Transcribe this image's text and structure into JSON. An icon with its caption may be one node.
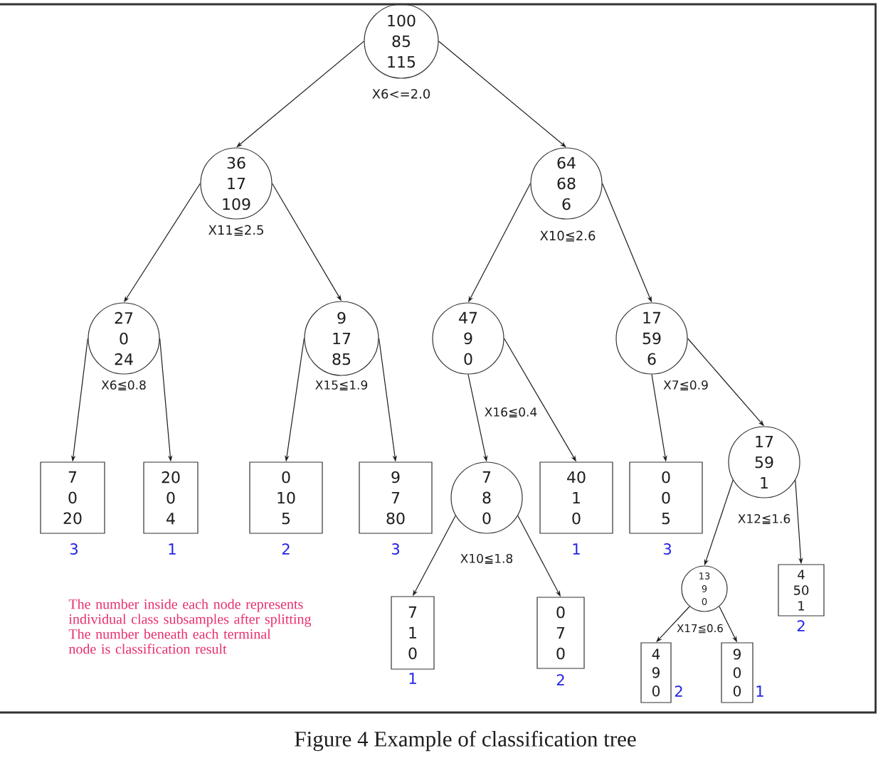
{
  "diagram": {
    "caption": "Figure 4 Example of classification tree",
    "nodes": [
      {
        "text": [
          "100",
          "85",
          "115"
        ],
        "beside": [
          "X6<=2.0"
        ]
      },
      {
        "text": [
          "36",
          "17",
          "109"
        ],
        "beside": [
          "X11≦2.5"
        ]
      },
      {
        "text": [
          "64",
          "68",
          "6"
        ],
        "beside": [
          "X10≦2.6"
        ]
      },
      {
        "text": [
          "27",
          "0",
          "24"
        ],
        "beside": [
          "X6≦0.8"
        ]
      },
      {
        "text": [
          "9",
          "17",
          "85"
        ],
        "beside": [
          "X15≦1.9"
        ]
      },
      {
        "text": [
          "47",
          "9",
          "0"
        ],
        "beside": [
          "X16≦0.4"
        ]
      },
      {
        "text": [
          "17",
          "59",
          "6"
        ],
        "beside": [
          "X7≦0.9"
        ]
      },
      {
        "text": [
          "7",
          "0",
          "20"
        ],
        "beside": [
          "3"
        ]
      },
      {
        "text": [
          "20",
          "0",
          "4"
        ],
        "beside": [
          "1"
        ]
      },
      {
        "text": [
          "0",
          "10",
          "5"
        ],
        "beside": [
          "2"
        ]
      },
      {
        "text": [
          "9",
          "7",
          "80"
        ],
        "beside": [
          "3"
        ]
      },
      {
        "text": [
          "7",
          "8",
          "0"
        ],
        "beside": [
          "X10≦1.8"
        ]
      },
      {
        "text": [
          "40",
          "1",
          "0"
        ],
        "beside": [
          "1"
        ]
      },
      {
        "text": [
          "0",
          "0",
          "5"
        ],
        "beside": [
          "3"
        ]
      },
      {
        "text": [
          "17",
          "59",
          "1"
        ],
        "beside": [
          "X12≦1.6"
        ]
      },
      {
        "text": [
          "7",
          "1",
          "0"
        ],
        "beside": [
          "1"
        ]
      },
      {
        "text": [
          "0",
          "7",
          "0"
        ],
        "beside": [
          "2"
        ]
      },
      {
        "text": [
          "13",
          "9",
          "0"
        ],
        "beside": [
          "X17≦0.6"
        ]
      },
      {
        "text": [
          "4",
          "50",
          "1"
        ],
        "beside": [
          "2"
        ]
      },
      {
        "text": [
          "4",
          "9",
          "0"
        ],
        "beside": [
          "2"
        ]
      },
      {
        "text": [
          "9",
          "0",
          "0"
        ],
        "beside": [
          "1"
        ]
      }
    ],
    "edges": [
      {
        "from": 0,
        "to": 1,
        "arrow": "to"
      },
      {
        "from": 0,
        "to": 2,
        "arrow": "to"
      },
      {
        "from": 1,
        "to": 3,
        "arrow": "to"
      },
      {
        "from": 1,
        "to": 4,
        "arrow": "to"
      },
      {
        "from": 2,
        "to": 5,
        "arrow": "to"
      },
      {
        "from": 2,
        "to": 6,
        "arrow": "to"
      },
      {
        "from": 3,
        "to": 7,
        "arrow": "to"
      },
      {
        "from": 3,
        "to": 8,
        "arrow": "to"
      },
      {
        "from": 4,
        "to": 9,
        "arrow": "to"
      },
      {
        "from": 4,
        "to": 10,
        "arrow": "to"
      },
      {
        "from": 5,
        "to": 11,
        "arrow": "to"
      },
      {
        "from": 5,
        "to": 12,
        "arrow": "to"
      },
      {
        "from": 6,
        "to": 13,
        "arrow": "to"
      },
      {
        "from": 6,
        "to": 14,
        "arrow": "to"
      },
      {
        "from": 11,
        "to": 15,
        "arrow": "to"
      },
      {
        "from": 11,
        "to": 16,
        "arrow": "to"
      },
      {
        "from": 14,
        "to": 17,
        "arrow": "to"
      },
      {
        "from": 14,
        "to": 18,
        "arrow": "to"
      },
      {
        "from": 17,
        "to": 19,
        "arrow": "to"
      },
      {
        "from": 17,
        "to": 20,
        "arrow": "to"
      }
    ],
    "labels": [
      "The number inside each node represents individual class subsamples after splitting",
      "The number beneath each terminal node is classification result"
    ]
  }
}
